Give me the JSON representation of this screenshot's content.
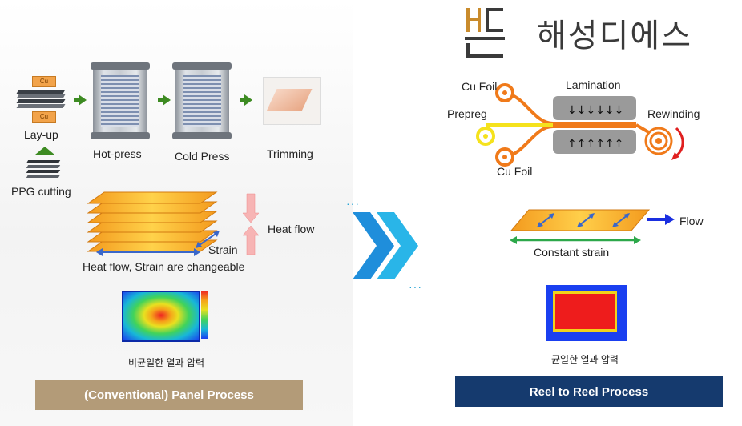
{
  "logo": {
    "korean_name": "해성디에스"
  },
  "left": {
    "cu_label": "Cu",
    "layup": "Lay-up",
    "ppg_cutting": "PPG cutting",
    "hot_press": "Hot-press",
    "cold_press": "Cold Press",
    "trimming": "Trimming",
    "strain": "Strain",
    "heat_flow": "Heat flow",
    "changeable": "Heat flow, Strain are changeable",
    "nonuniform_caption": "비균일한 열과 압력",
    "bar_label": "(Conventional) Panel Process",
    "bar_color": "#b39b78"
  },
  "right": {
    "cu_foil_top": "Cu Foil",
    "prepreg": "Prepreg",
    "cu_foil_bottom": "Cu Foil",
    "lamination": "Lamination",
    "rewinding": "Rewinding",
    "flow": "Flow",
    "constant_strain": "Constant strain",
    "uniform_caption": "균일한 열과 압력",
    "bar_label": "Reel to Reel Process",
    "bar_color": "#153a6e"
  },
  "center": {
    "arrow_icon": "double-chevron-right"
  }
}
